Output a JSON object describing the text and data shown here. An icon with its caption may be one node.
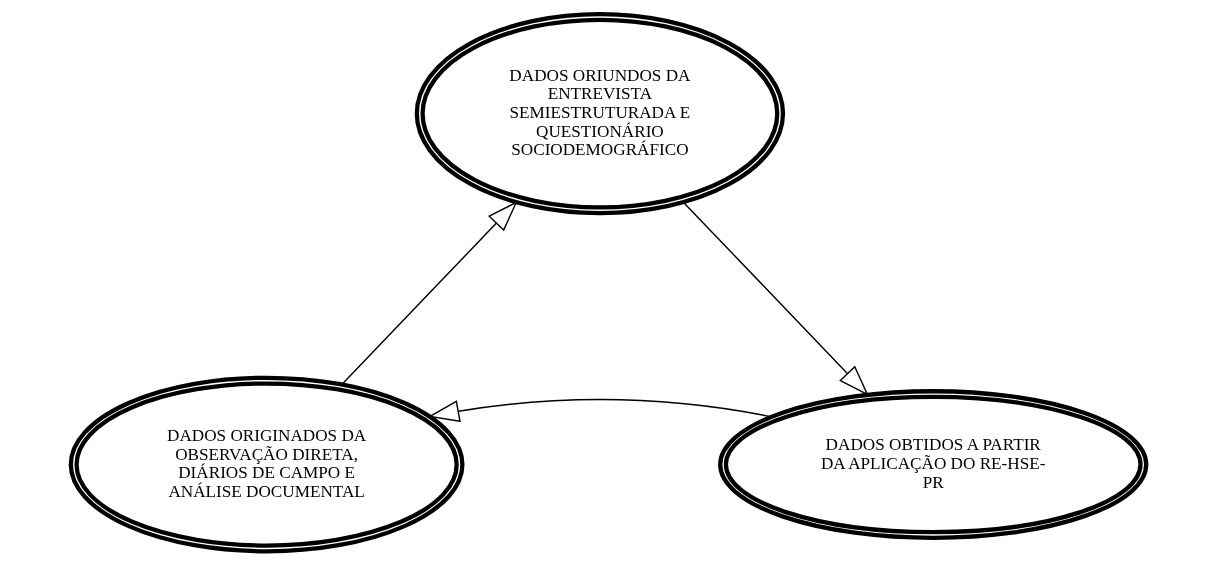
{
  "diagram": {
    "nodes": [
      {
        "text": [
          "DADOS ORIUNDOS DA ENTREVISTA SEMIESTRUTURADA E QUESTIONÁRIO SOCIODEMOGRÁFICO"
        ]
      },
      {
        "text": [
          "DADOS OBTIDOS A PARTIR DA APLICAÇÃO DO RE-HSE- PR"
        ]
      },
      {
        "text": [
          "DADOS ORIGINADOS DA OBSERVAÇÃO DIRETA, DIÁRIOS DE CAMPO E ANÁLISE DOCUMENTAL"
        ]
      }
    ],
    "edges": [
      {
        "from": 0,
        "to": 1,
        "arrow": "to"
      },
      {
        "from": 1,
        "to": 2,
        "arrow": "to"
      },
      {
        "from": 2,
        "to": 0,
        "arrow": "to"
      }
    ]
  }
}
